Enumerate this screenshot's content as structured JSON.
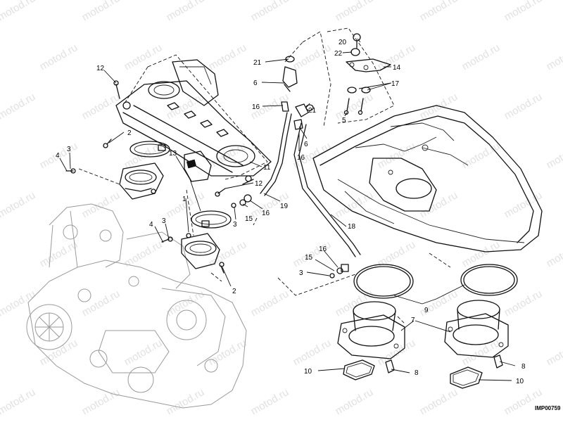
{
  "watermark": "motod.ru",
  "diagram_code": "IMP00759",
  "callouts": [
    {
      "id": "c12a",
      "label": "12"
    },
    {
      "id": "c2a",
      "label": "2"
    },
    {
      "id": "c3a",
      "label": "3"
    },
    {
      "id": "c4a",
      "label": "4"
    },
    {
      "id": "c13",
      "label": "13"
    },
    {
      "id": "c1",
      "label": "1"
    },
    {
      "id": "c3b",
      "label": "3"
    },
    {
      "id": "c4b",
      "label": "4"
    },
    {
      "id": "c2b",
      "label": "2"
    },
    {
      "id": "c11",
      "label": "11"
    },
    {
      "id": "c12b",
      "label": "12"
    },
    {
      "id": "c3c",
      "label": "3"
    },
    {
      "id": "c15a",
      "label": "15"
    },
    {
      "id": "c16a",
      "label": "16"
    },
    {
      "id": "c19",
      "label": "19"
    },
    {
      "id": "c21a",
      "label": "21"
    },
    {
      "id": "c6a",
      "label": "6"
    },
    {
      "id": "c16b",
      "label": "16"
    },
    {
      "id": "c21b",
      "label": "21"
    },
    {
      "id": "c6b",
      "label": "6"
    },
    {
      "id": "c16c",
      "label": "16"
    },
    {
      "id": "c20",
      "label": "20"
    },
    {
      "id": "c22",
      "label": "22"
    },
    {
      "id": "c14",
      "label": "14"
    },
    {
      "id": "c17",
      "label": "17"
    },
    {
      "id": "c5",
      "label": "5"
    },
    {
      "id": "c18",
      "label": "18"
    },
    {
      "id": "c16d",
      "label": "16"
    },
    {
      "id": "c15b",
      "label": "15"
    },
    {
      "id": "c3d",
      "label": "3"
    },
    {
      "id": "c9",
      "label": "9"
    },
    {
      "id": "c7",
      "label": "7"
    },
    {
      "id": "c10a",
      "label": "10"
    },
    {
      "id": "c8a",
      "label": "8"
    },
    {
      "id": "c8b",
      "label": "8"
    },
    {
      "id": "c10b",
      "label": "10"
    }
  ]
}
